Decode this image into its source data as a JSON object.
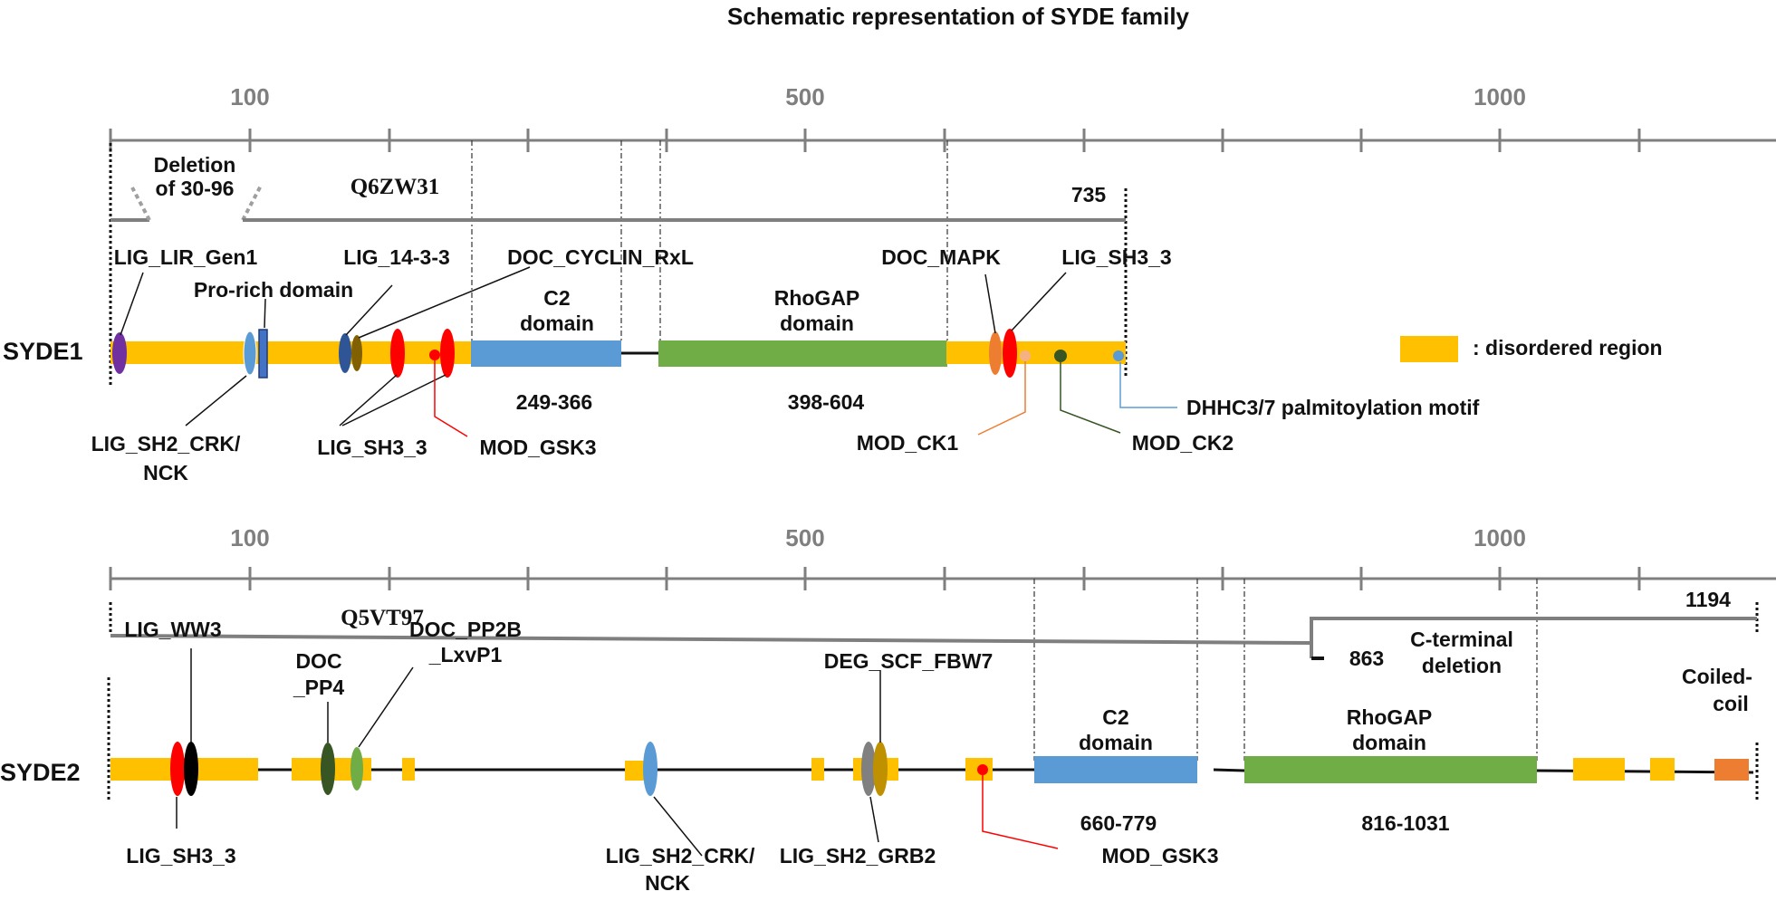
{
  "title": "Schematic representation of SYDE family",
  "colors": {
    "disordered": "#FFC000",
    "c2": "#5B9BD5",
    "rhogap": "#70AD47",
    "ruler": "#7f7f7f",
    "coiled_coil": "#ED7D31"
  },
  "legend": {
    "label": ": disordered region"
  },
  "syde1": {
    "name": "SYDE1",
    "ruler_ticks": [
      "100",
      "500",
      "1000"
    ],
    "accession": "Q6ZW31",
    "deletion_label_line1": "Deletion",
    "deletion_label_line2": "of 30-96",
    "isoform_end": "735",
    "domains": {
      "pro_rich": "Pro-rich domain",
      "c2_line1": "C2",
      "c2_line2": "domain",
      "c2_range": "249-366",
      "rhogap_line1": "RhoGAP",
      "rhogap_line2": "domain",
      "rhogap_range": "398-604"
    },
    "motifs": {
      "lig_lir_gen1": "LIG_LIR_Gen1",
      "lig_14_3_3": "LIG_14-3-3",
      "doc_cyclin_rxl": "DOC_CYCLIN_RxL",
      "doc_mapk": "DOC_MAPK",
      "lig_sh3_3_top": "LIG_SH3_3",
      "lig_sh2_crk_line1": "LIG_SH2_CRK/",
      "lig_sh2_crk_line2": "NCK",
      "lig_sh3_3_bottom": "LIG_SH3_3",
      "mod_gsk3": "MOD_GSK3",
      "mod_ck1": "MOD_CK1",
      "mod_ck2": "MOD_CK2",
      "dhhc": "DHHC3/7 palmitoylation motif"
    }
  },
  "syde2": {
    "name": "SYDE2",
    "ruler_ticks": [
      "100",
      "500",
      "1000"
    ],
    "accession": "Q5VT97",
    "isoform_end": "1194",
    "deletion_pos": "863",
    "c_term_line1": "C-terminal",
    "c_term_line2": "deletion",
    "domains": {
      "c2_line1": "C2",
      "c2_line2": "domain",
      "c2_range": "660-779",
      "rhogap_line1": "RhoGAP",
      "rhogap_line2": "domain",
      "rhogap_range": "816-1031",
      "coiled_line1": "Coiled-",
      "coiled_line2": "coil"
    },
    "motifs": {
      "lig_ww3": "LIG_WW3",
      "doc_pp4_line1": "DOC",
      "doc_pp4_line2": "_PP4",
      "doc_pp2b_line1": "DOC_PP2B",
      "doc_pp2b_line2": "_LxvP1",
      "deg_scf": "DEG_SCF_FBW7",
      "lig_sh3_3": "LIG_SH3_3",
      "lig_sh2_crk_line1": "LIG_SH2_CRK/",
      "lig_sh2_crk_line2": "NCK",
      "lig_sh2_grb2": "LIG_SH2_GRB2",
      "mod_gsk3": "MOD_GSK3"
    }
  }
}
